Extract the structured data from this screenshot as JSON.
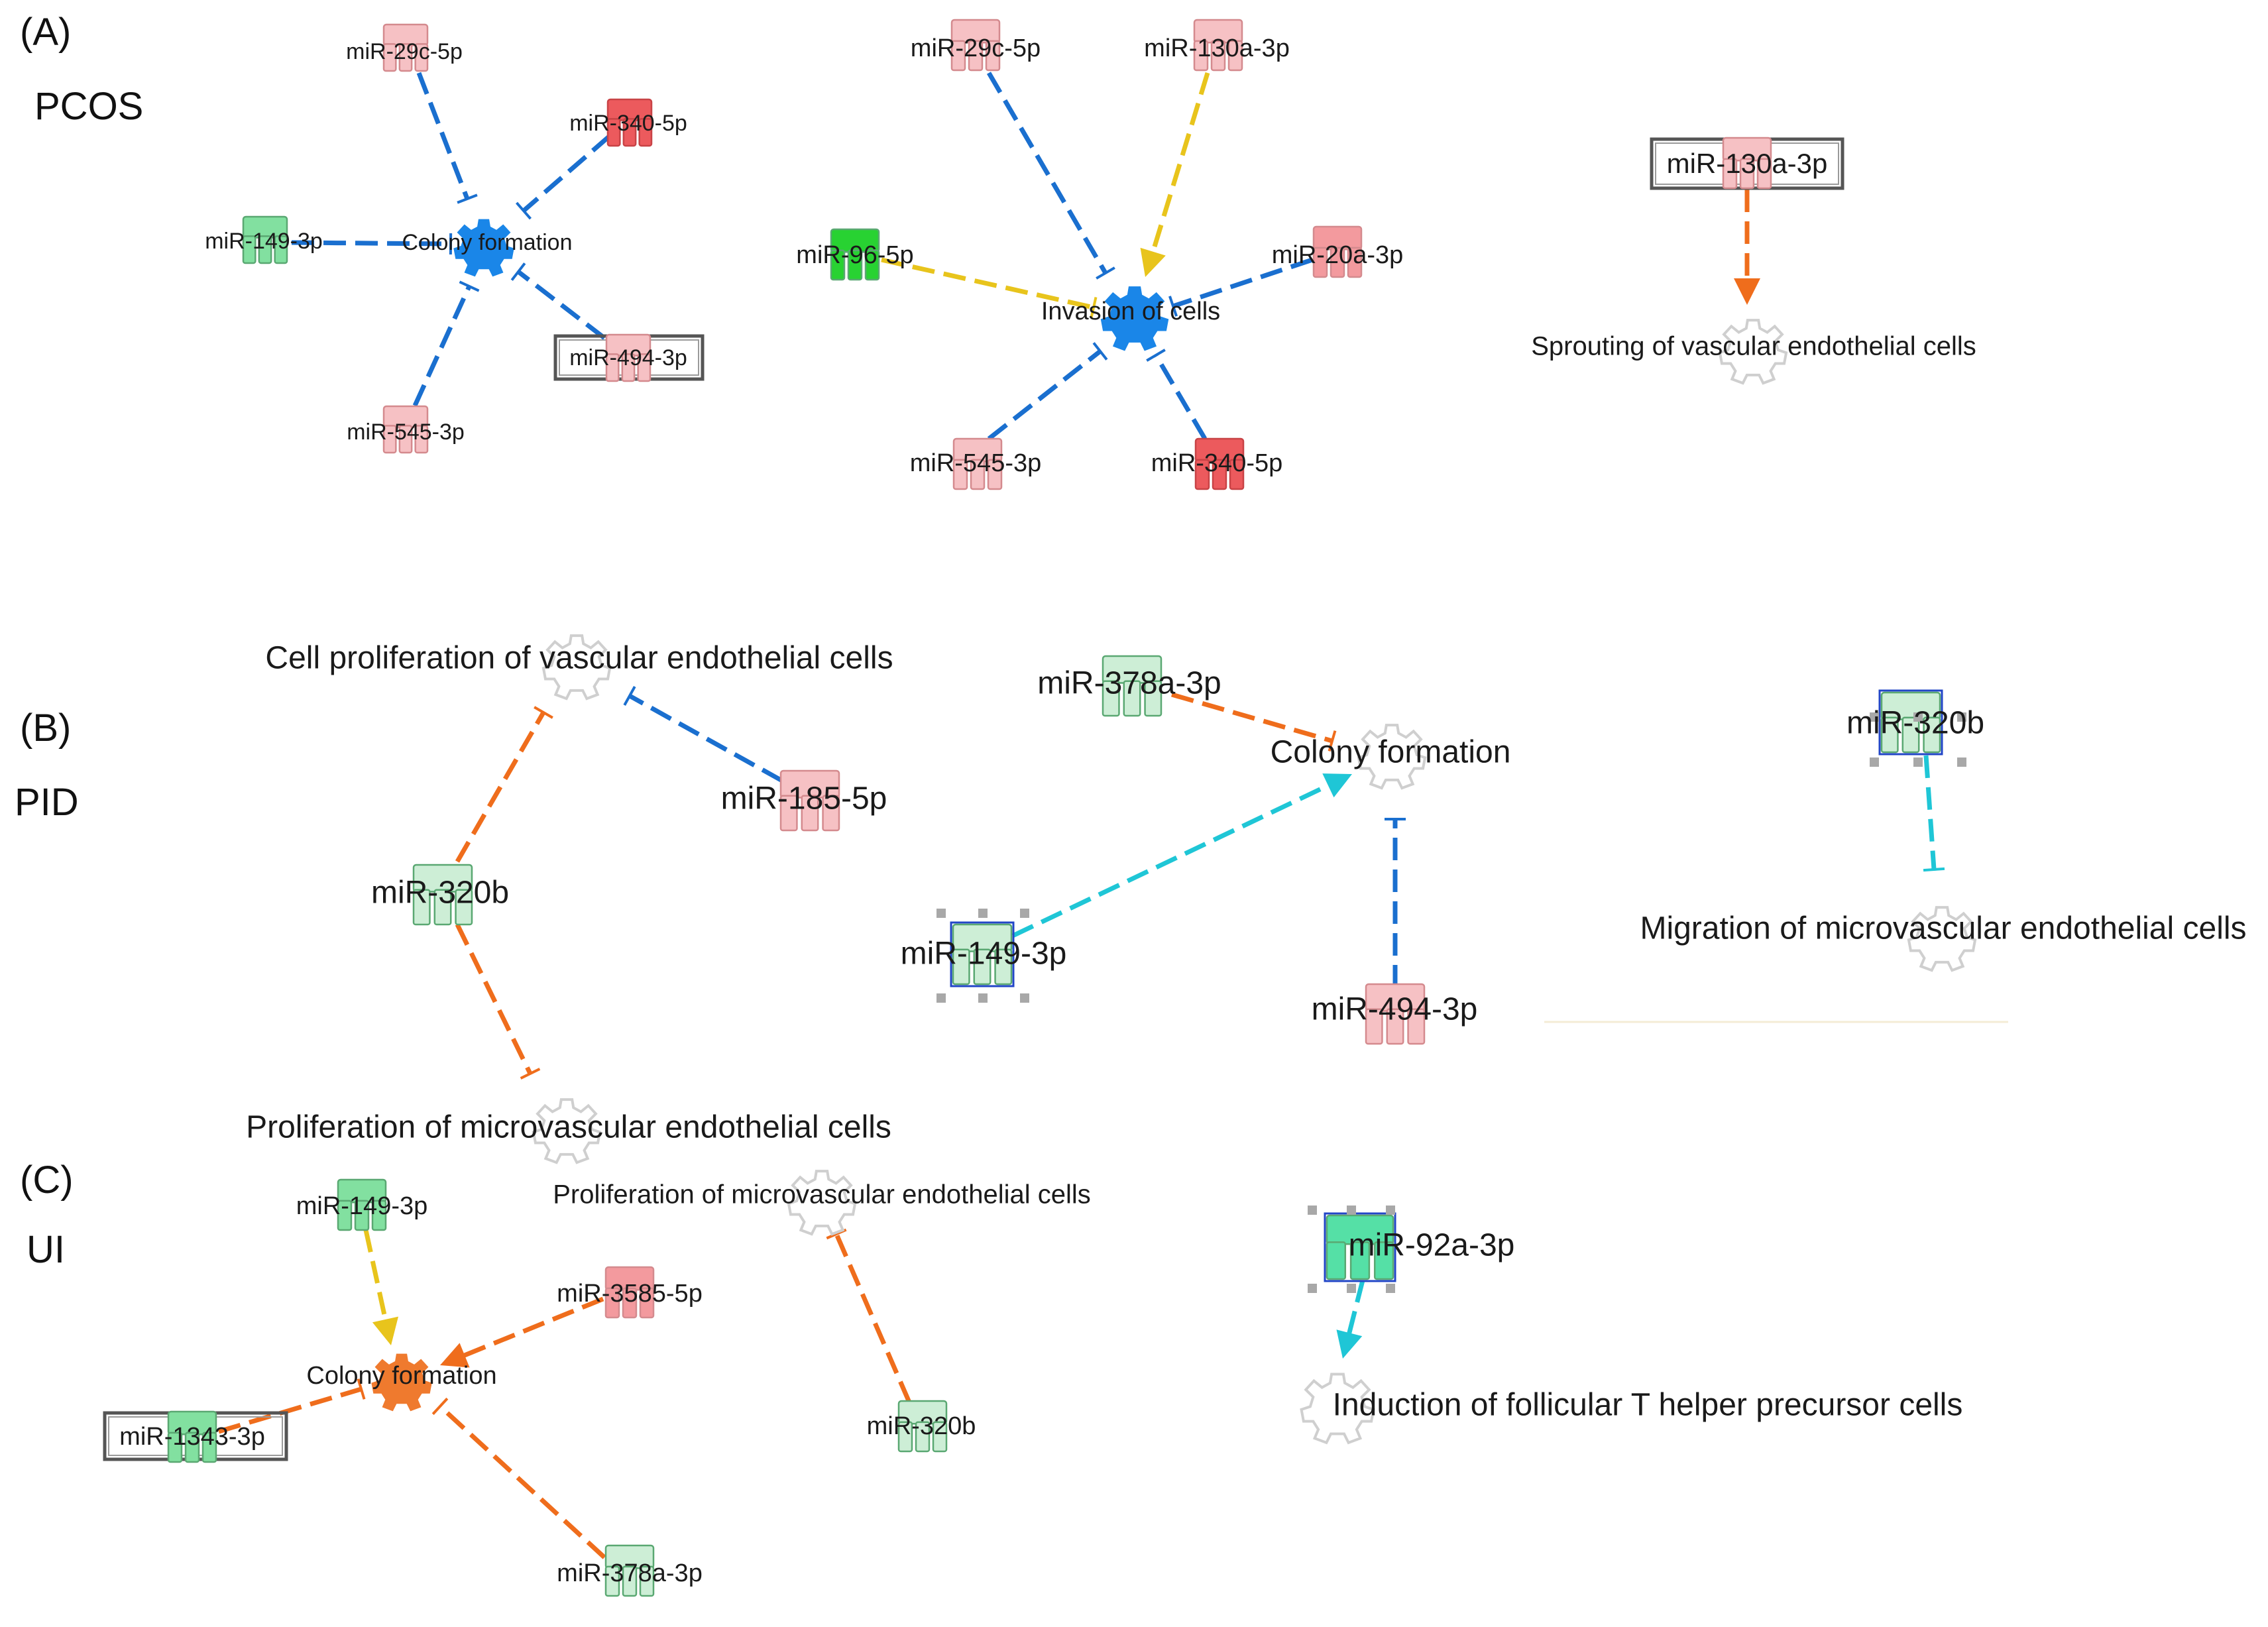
{
  "colors": {
    "blue": "#1a6fcf",
    "yellow": "#e8c41c",
    "orange": "#ef6d1c",
    "cyan": "#1fc6d6",
    "pink_light": "#f6c1c4",
    "pink_mid": "#f39a9e",
    "red": "#ec5a5d",
    "green_light": "#cdeed6",
    "green_mid": "#82e0a0",
    "green_bright": "#28d232",
    "green_mint": "#55e0a6",
    "process_blue": "#1a86e8",
    "process_orange": "#ef7a2e",
    "box_border": "#555555"
  },
  "panels": [
    {
      "id": "A",
      "letter": "(A)",
      "name": "PCOS"
    },
    {
      "id": "B",
      "letter": "(B)",
      "name": "PID"
    },
    {
      "id": "C",
      "letter": "(C)",
      "name": "UI"
    }
  ],
  "diagram": {
    "nodes": [
      {
        "id": "a1_cf",
        "label": "Colony formation",
        "kind": "process",
        "fill": "process_blue"
      },
      {
        "id": "a1_29c",
        "label": "miR-29c-5p",
        "kind": "mirna",
        "fill": "pink_light"
      },
      {
        "id": "a1_340",
        "label": "miR-340-5p",
        "kind": "mirna",
        "fill": "red"
      },
      {
        "id": "a1_149",
        "label": "miR-149-3p",
        "kind": "mirna",
        "fill": "green_mid"
      },
      {
        "id": "a1_494",
        "label": "miR-494-3p",
        "kind": "mirna",
        "fill": "pink_light",
        "boxed": true
      },
      {
        "id": "a1_545",
        "label": "miR-545-3p",
        "kind": "mirna",
        "fill": "pink_light"
      },
      {
        "id": "a2_inv",
        "label": "Invasion of cells",
        "kind": "process",
        "fill": "process_blue"
      },
      {
        "id": "a2_29c",
        "label": "miR-29c-5p",
        "kind": "mirna",
        "fill": "pink_light"
      },
      {
        "id": "a2_130a",
        "label": "miR-130a-3p",
        "kind": "mirna",
        "fill": "pink_light"
      },
      {
        "id": "a2_96",
        "label": "miR-96-5p",
        "kind": "mirna",
        "fill": "green_bright"
      },
      {
        "id": "a2_20a",
        "label": "miR-20a-3p",
        "kind": "mirna",
        "fill": "pink_mid"
      },
      {
        "id": "a2_545",
        "label": "miR-545-3p",
        "kind": "mirna",
        "fill": "pink_light"
      },
      {
        "id": "a2_340",
        "label": "miR-340-5p",
        "kind": "mirna",
        "fill": "red"
      },
      {
        "id": "a3_130a",
        "label": "miR-130a-3p",
        "kind": "mirna",
        "fill": "pink_light",
        "boxed": true
      },
      {
        "id": "a3_spr",
        "label": "Sprouting of vascular endothelial cells",
        "kind": "process",
        "fill": "none"
      },
      {
        "id": "b1_cp",
        "label": "Cell proliferation of vascular endothelial cells",
        "kind": "process",
        "fill": "none"
      },
      {
        "id": "b1_185",
        "label": "miR-185-5p",
        "kind": "mirna",
        "fill": "pink_light"
      },
      {
        "id": "b1_320",
        "label": "miR-320b",
        "kind": "mirna",
        "fill": "green_light"
      },
      {
        "id": "b1_pm",
        "label": "Proliferation of microvascular endothelial cells",
        "kind": "process",
        "fill": "none"
      },
      {
        "id": "b2_cf",
        "label": "Colony formation",
        "kind": "process",
        "fill": "none"
      },
      {
        "id": "b2_378",
        "label": "miR-378a-3p",
        "kind": "mirna",
        "fill": "green_light"
      },
      {
        "id": "b2_149",
        "label": "miR-149-3p",
        "kind": "mirna",
        "fill": "green_light",
        "selected": true
      },
      {
        "id": "b2_494",
        "label": "miR-494-3p",
        "kind": "mirna",
        "fill": "pink_light"
      },
      {
        "id": "b3_320",
        "label": "miR-320b",
        "kind": "mirna",
        "fill": "green_light",
        "selected": true
      },
      {
        "id": "b3_mig",
        "label": "Migration of microvascular endothelial cells",
        "kind": "process",
        "fill": "none"
      },
      {
        "id": "c1_cf",
        "label": "Colony formation",
        "kind": "process",
        "fill": "process_orange"
      },
      {
        "id": "c1_149",
        "label": "miR-149-3p",
        "kind": "mirna",
        "fill": "green_mid"
      },
      {
        "id": "c1_3585",
        "label": "miR-3585-5p",
        "kind": "mirna",
        "fill": "pink_mid"
      },
      {
        "id": "c1_1343",
        "label": "miR-1343-3p",
        "kind": "mirna",
        "fill": "green_mid",
        "boxed": true
      },
      {
        "id": "c1_378",
        "label": "miR-378a-3p",
        "kind": "mirna",
        "fill": "green_light"
      },
      {
        "id": "c2_pm",
        "label": "Proliferation of microvascular endothelial cells",
        "kind": "process",
        "fill": "none"
      },
      {
        "id": "c2_320",
        "label": "miR-320b",
        "kind": "mirna",
        "fill": "green_light"
      },
      {
        "id": "c3_92a",
        "label": "miR-92a-3p",
        "kind": "mirna",
        "fill": "green_mint",
        "selected": true
      },
      {
        "id": "c3_ind",
        "label": "Induction of follicular T helper precursor cells",
        "kind": "process",
        "fill": "none"
      }
    ],
    "edges": [
      {
        "from": "a1_29c",
        "to": "a1_cf",
        "color": "blue",
        "type": "inhibit"
      },
      {
        "from": "a1_340",
        "to": "a1_cf",
        "color": "blue",
        "type": "inhibit"
      },
      {
        "from": "a1_149",
        "to": "a1_cf",
        "color": "blue",
        "type": "inhibit"
      },
      {
        "from": "a1_494",
        "to": "a1_cf",
        "color": "blue",
        "type": "inhibit"
      },
      {
        "from": "a1_545",
        "to": "a1_cf",
        "color": "blue",
        "type": "inhibit"
      },
      {
        "from": "a2_29c",
        "to": "a2_inv",
        "color": "blue",
        "type": "inhibit"
      },
      {
        "from": "a2_130a",
        "to": "a2_inv",
        "color": "yellow",
        "type": "activate"
      },
      {
        "from": "a2_96",
        "to": "a2_inv",
        "color": "yellow",
        "type": "inhibit"
      },
      {
        "from": "a2_20a",
        "to": "a2_inv",
        "color": "blue",
        "type": "inhibit"
      },
      {
        "from": "a2_545",
        "to": "a2_inv",
        "color": "blue",
        "type": "inhibit"
      },
      {
        "from": "a2_340",
        "to": "a2_inv",
        "color": "blue",
        "type": "inhibit"
      },
      {
        "from": "a3_130a",
        "to": "a3_spr",
        "color": "orange",
        "type": "activate"
      },
      {
        "from": "b1_185",
        "to": "b1_cp",
        "color": "blue",
        "type": "inhibit"
      },
      {
        "from": "b1_320",
        "to": "b1_cp",
        "color": "orange",
        "type": "inhibit"
      },
      {
        "from": "b1_320",
        "to": "b1_pm",
        "color": "orange",
        "type": "inhibit"
      },
      {
        "from": "b2_378",
        "to": "b2_cf",
        "color": "orange",
        "type": "inhibit"
      },
      {
        "from": "b2_149",
        "to": "b2_cf",
        "color": "cyan",
        "type": "activate"
      },
      {
        "from": "b2_494",
        "to": "b2_cf",
        "color": "blue",
        "type": "inhibit"
      },
      {
        "from": "b3_320",
        "to": "b3_mig",
        "color": "cyan",
        "type": "inhibit"
      },
      {
        "from": "c1_149",
        "to": "c1_cf",
        "color": "yellow",
        "type": "activate"
      },
      {
        "from": "c1_3585",
        "to": "c1_cf",
        "color": "orange",
        "type": "activate"
      },
      {
        "from": "c1_1343",
        "to": "c1_cf",
        "color": "orange",
        "type": "inhibit"
      },
      {
        "from": "c1_378",
        "to": "c1_cf",
        "color": "orange",
        "type": "inhibit"
      },
      {
        "from": "c2_320",
        "to": "c2_pm",
        "color": "orange",
        "type": "inhibit"
      },
      {
        "from": "c3_92a",
        "to": "c3_ind",
        "color": "cyan",
        "type": "activate"
      }
    ]
  }
}
